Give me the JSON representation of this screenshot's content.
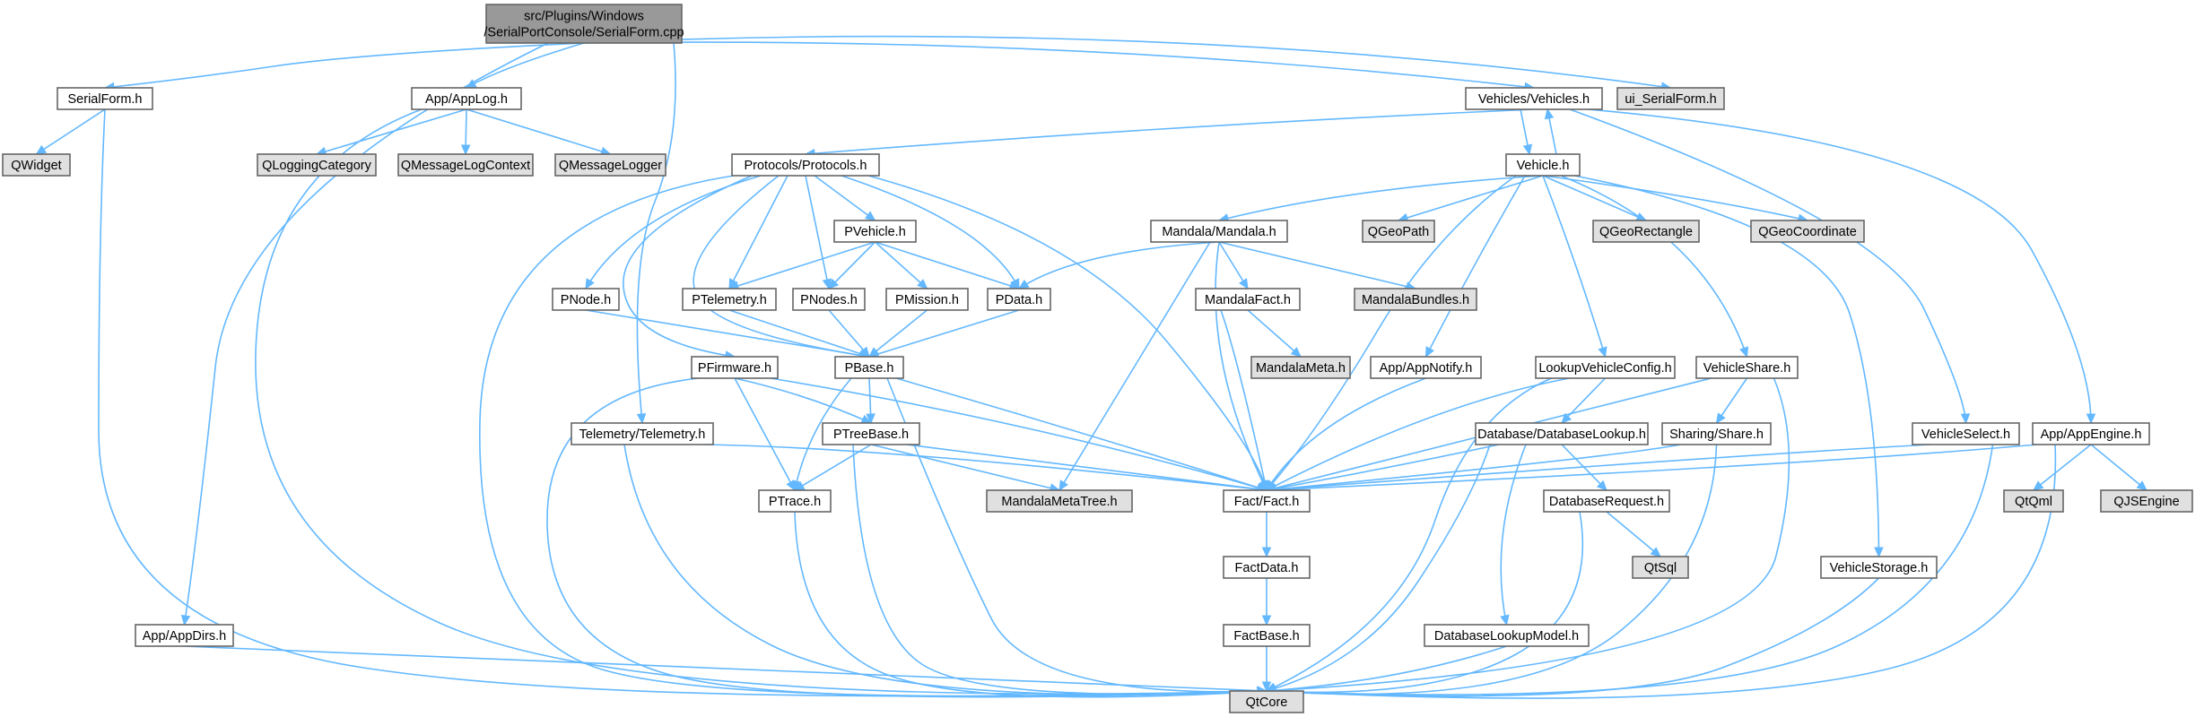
{
  "diagram": {
    "root_color": "#999999",
    "header_color": "#ffffff",
    "external_color": "#e0e0e0",
    "edge_color": "#63b8ff",
    "nodes": [
      {
        "id": "root",
        "kind": "root",
        "lines": [
          "src/Plugins/Windows",
          "/SerialPortConsole/SerialForm.cpp"
        ]
      },
      {
        "id": "serialform_h",
        "kind": "header",
        "lines": [
          "SerialForm.h"
        ]
      },
      {
        "id": "applog_h",
        "kind": "header",
        "lines": [
          "App/AppLog.h"
        ]
      },
      {
        "id": "vehicles_h",
        "kind": "header",
        "lines": [
          "Vehicles/Vehicles.h"
        ]
      },
      {
        "id": "ui_serialform_h",
        "kind": "external",
        "lines": [
          "ui_SerialForm.h"
        ]
      },
      {
        "id": "qwidget",
        "kind": "external",
        "lines": [
          "QWidget"
        ]
      },
      {
        "id": "qloggingcategory",
        "kind": "external",
        "lines": [
          "QLoggingCategory"
        ]
      },
      {
        "id": "qmessagelogcontext",
        "kind": "external",
        "lines": [
          "QMessageLogContext"
        ]
      },
      {
        "id": "qmessagelogger",
        "kind": "external",
        "lines": [
          "QMessageLogger"
        ]
      },
      {
        "id": "protocols_h",
        "kind": "header",
        "lines": [
          "Protocols/Protocols.h"
        ]
      },
      {
        "id": "vehicle_h",
        "kind": "header",
        "lines": [
          "Vehicle.h"
        ]
      },
      {
        "id": "pvehicle_h",
        "kind": "header",
        "lines": [
          "PVehicle.h"
        ]
      },
      {
        "id": "mandala_h",
        "kind": "header",
        "lines": [
          "Mandala/Mandala.h"
        ]
      },
      {
        "id": "qgeopath",
        "kind": "external",
        "lines": [
          "QGeoPath"
        ]
      },
      {
        "id": "qgeorectangle",
        "kind": "external",
        "lines": [
          "QGeoRectangle"
        ]
      },
      {
        "id": "qgeocoordinate",
        "kind": "external",
        "lines": [
          "QGeoCoordinate"
        ]
      },
      {
        "id": "pnode_h",
        "kind": "header",
        "lines": [
          "PNode.h"
        ]
      },
      {
        "id": "ptelemetry_h",
        "kind": "header",
        "lines": [
          "PTelemetry.h"
        ]
      },
      {
        "id": "pnodes_h",
        "kind": "header",
        "lines": [
          "PNodes.h"
        ]
      },
      {
        "id": "pmission_h",
        "kind": "header",
        "lines": [
          "PMission.h"
        ]
      },
      {
        "id": "pdata_h",
        "kind": "header",
        "lines": [
          "PData.h"
        ]
      },
      {
        "id": "mandalafact_h",
        "kind": "header",
        "lines": [
          "MandalaFact.h"
        ]
      },
      {
        "id": "mandalabundles_h",
        "kind": "external",
        "lines": [
          "MandalaBundles.h"
        ]
      },
      {
        "id": "pfirmware_h",
        "kind": "header",
        "lines": [
          "PFirmware.h"
        ]
      },
      {
        "id": "pbase_h",
        "kind": "header",
        "lines": [
          "PBase.h"
        ]
      },
      {
        "id": "mandalameta_h",
        "kind": "external",
        "lines": [
          "MandalaMeta.h"
        ]
      },
      {
        "id": "appnotify_h",
        "kind": "header",
        "lines": [
          "App/AppNotify.h"
        ]
      },
      {
        "id": "lookupvehicleconfig_h",
        "kind": "header",
        "lines": [
          "LookupVehicleConfig.h"
        ]
      },
      {
        "id": "vehicleshare_h",
        "kind": "header",
        "lines": [
          "VehicleShare.h"
        ]
      },
      {
        "id": "telemetry_h",
        "kind": "header",
        "lines": [
          "Telemetry/Telemetry.h"
        ]
      },
      {
        "id": "ptreebase_h",
        "kind": "header",
        "lines": [
          "PTreeBase.h"
        ]
      },
      {
        "id": "databaselookup_h",
        "kind": "header",
        "lines": [
          "Database/DatabaseLookup.h"
        ]
      },
      {
        "id": "sharing_share_h",
        "kind": "header",
        "lines": [
          "Sharing/Share.h"
        ]
      },
      {
        "id": "vehicleselect_h",
        "kind": "header",
        "lines": [
          "VehicleSelect.h"
        ]
      },
      {
        "id": "appengine_h",
        "kind": "header",
        "lines": [
          "App/AppEngine.h"
        ]
      },
      {
        "id": "ptrace_h",
        "kind": "header",
        "lines": [
          "PTrace.h"
        ]
      },
      {
        "id": "mandalametatree_h",
        "kind": "external",
        "lines": [
          "MandalaMetaTree.h"
        ]
      },
      {
        "id": "fact_h",
        "kind": "header",
        "lines": [
          "Fact/Fact.h"
        ]
      },
      {
        "id": "databaserequest_h",
        "kind": "header",
        "lines": [
          "DatabaseRequest.h"
        ]
      },
      {
        "id": "qtqml",
        "kind": "external",
        "lines": [
          "QtQml"
        ]
      },
      {
        "id": "qjsengine",
        "kind": "external",
        "lines": [
          "QJSEngine"
        ]
      },
      {
        "id": "factdata_h",
        "kind": "header",
        "lines": [
          "FactData.h"
        ]
      },
      {
        "id": "qtsql",
        "kind": "external",
        "lines": [
          "QtSql"
        ]
      },
      {
        "id": "vehiclestorage_h",
        "kind": "header",
        "lines": [
          "VehicleStorage.h"
        ]
      },
      {
        "id": "appdirs_h",
        "kind": "header",
        "lines": [
          "App/AppDirs.h"
        ]
      },
      {
        "id": "factbase_h",
        "kind": "header",
        "lines": [
          "FactBase.h"
        ]
      },
      {
        "id": "databaselookupmodel_h",
        "kind": "header",
        "lines": [
          "DatabaseLookupModel.h"
        ]
      },
      {
        "id": "qtcore",
        "kind": "external",
        "lines": [
          "QtCore"
        ]
      }
    ],
    "edges": [
      {
        "from": "root",
        "to": "serialform_h"
      },
      {
        "from": "root",
        "to": "applog_h"
      },
      {
        "from": "root",
        "to": "vehicles_h"
      },
      {
        "from": "root",
        "to": "ui_serialform_h"
      },
      {
        "from": "root",
        "to": "appdirs_h"
      },
      {
        "from": "root",
        "to": "telemetry_h"
      },
      {
        "from": "serialform_h",
        "to": "qwidget"
      },
      {
        "from": "serialform_h",
        "to": "qtcore"
      },
      {
        "from": "applog_h",
        "to": "qloggingcategory"
      },
      {
        "from": "applog_h",
        "to": "qmessagelogcontext"
      },
      {
        "from": "applog_h",
        "to": "qmessagelogger"
      },
      {
        "from": "applog_h",
        "to": "qtcore"
      },
      {
        "from": "vehicles_h",
        "to": "protocols_h"
      },
      {
        "from": "vehicles_h",
        "to": "vehicle_h"
      },
      {
        "from": "vehicle_h",
        "to": "vehicles_h"
      },
      {
        "from": "vehicles_h",
        "to": "vehicleselect_h"
      },
      {
        "from": "vehicles_h",
        "to": "appengine_h"
      },
      {
        "from": "protocols_h",
        "to": "pnode_h"
      },
      {
        "from": "protocols_h",
        "to": "ptelemetry_h"
      },
      {
        "from": "protocols_h",
        "to": "pnodes_h"
      },
      {
        "from": "protocols_h",
        "to": "pvehicle_h"
      },
      {
        "from": "protocols_h",
        "to": "pdata_h"
      },
      {
        "from": "protocols_h",
        "to": "pfirmware_h"
      },
      {
        "from": "protocols_h",
        "to": "pbase_h"
      },
      {
        "from": "protocols_h",
        "to": "fact_h"
      },
      {
        "from": "protocols_h",
        "to": "qtcore"
      },
      {
        "from": "pvehicle_h",
        "to": "ptelemetry_h"
      },
      {
        "from": "pvehicle_h",
        "to": "pnodes_h"
      },
      {
        "from": "pvehicle_h",
        "to": "pmission_h"
      },
      {
        "from": "pvehicle_h",
        "to": "pdata_h"
      },
      {
        "from": "pnode_h",
        "to": "pbase_h"
      },
      {
        "from": "ptelemetry_h",
        "to": "pbase_h"
      },
      {
        "from": "pnodes_h",
        "to": "pbase_h"
      },
      {
        "from": "pmission_h",
        "to": "pbase_h"
      },
      {
        "from": "pdata_h",
        "to": "pbase_h"
      },
      {
        "from": "pfirmware_h",
        "to": "ptreebase_h"
      },
      {
        "from": "pfirmware_h",
        "to": "ptrace_h"
      },
      {
        "from": "pfirmware_h",
        "to": "fact_h"
      },
      {
        "from": "pfirmware_h",
        "to": "qtcore"
      },
      {
        "from": "pbase_h",
        "to": "ptreebase_h"
      },
      {
        "from": "pbase_h",
        "to": "ptrace_h"
      },
      {
        "from": "pbase_h",
        "to": "fact_h"
      },
      {
        "from": "pbase_h",
        "to": "qtcore"
      },
      {
        "from": "ptreebase_h",
        "to": "ptrace_h"
      },
      {
        "from": "ptreebase_h",
        "to": "mandalametatree_h"
      },
      {
        "from": "ptreebase_h",
        "to": "fact_h"
      },
      {
        "from": "ptreebase_h",
        "to": "qtcore"
      },
      {
        "from": "ptrace_h",
        "to": "qtcore"
      },
      {
        "from": "vehicle_h",
        "to": "mandala_h"
      },
      {
        "from": "vehicle_h",
        "to": "qgeopath"
      },
      {
        "from": "vehicle_h",
        "to": "qgeorectangle"
      },
      {
        "from": "vehicle_h",
        "to": "qgeocoordinate"
      },
      {
        "from": "vehicle_h",
        "to": "appnotify_h"
      },
      {
        "from": "vehicle_h",
        "to": "lookupvehicleconfig_h"
      },
      {
        "from": "vehicle_h",
        "to": "vehicleshare_h"
      },
      {
        "from": "vehicle_h",
        "to": "vehiclestorage_h"
      },
      {
        "from": "vehicle_h",
        "to": "fact_h"
      },
      {
        "from": "mandala_h",
        "to": "pdata_h"
      },
      {
        "from": "mandala_h",
        "to": "mandalafact_h"
      },
      {
        "from": "mandala_h",
        "to": "mandalabundles_h"
      },
      {
        "from": "mandala_h",
        "to": "mandalametatree_h"
      },
      {
        "from": "mandala_h",
        "to": "fact_h"
      },
      {
        "from": "mandalafact_h",
        "to": "mandalameta_h"
      },
      {
        "from": "mandalafact_h",
        "to": "fact_h"
      },
      {
        "from": "appnotify_h",
        "to": "fact_h"
      },
      {
        "from": "lookupvehicleconfig_h",
        "to": "databaselookup_h"
      },
      {
        "from": "lookupvehicleconfig_h",
        "to": "fact_h"
      },
      {
        "from": "lookupvehicleconfig_h",
        "to": "qtcore"
      },
      {
        "from": "vehicleshare_h",
        "to": "sharing_share_h"
      },
      {
        "from": "vehicleshare_h",
        "to": "fact_h"
      },
      {
        "from": "vehicleshare_h",
        "to": "qtcore"
      },
      {
        "from": "sharing_share_h",
        "to": "fact_h"
      },
      {
        "from": "sharing_share_h",
        "to": "qtcore"
      },
      {
        "from": "databaselookup_h",
        "to": "databaserequest_h"
      },
      {
        "from": "databaselookup_h",
        "to": "databaselookupmodel_h"
      },
      {
        "from": "databaselookup_h",
        "to": "fact_h"
      },
      {
        "from": "databaselookup_h",
        "to": "qtcore"
      },
      {
        "from": "databaserequest_h",
        "to": "qtsql"
      },
      {
        "from": "databaserequest_h",
        "to": "qtcore"
      },
      {
        "from": "databaselookupmodel_h",
        "to": "qtcore"
      },
      {
        "from": "vehicleselect_h",
        "to": "fact_h"
      },
      {
        "from": "vehicleselect_h",
        "to": "qtcore"
      },
      {
        "from": "appengine_h",
        "to": "qtqml"
      },
      {
        "from": "appengine_h",
        "to": "qjsengine"
      },
      {
        "from": "appengine_h",
        "to": "fact_h"
      },
      {
        "from": "appengine_h",
        "to": "qtcore"
      },
      {
        "from": "vehiclestorage_h",
        "to": "qtcore"
      },
      {
        "from": "telemetry_h",
        "to": "fact_h"
      },
      {
        "from": "telemetry_h",
        "to": "qtcore"
      },
      {
        "from": "fact_h",
        "to": "factdata_h"
      },
      {
        "from": "factdata_h",
        "to": "factbase_h"
      },
      {
        "from": "factbase_h",
        "to": "qtcore"
      },
      {
        "from": "appdirs_h",
        "to": "qtcore"
      }
    ]
  }
}
